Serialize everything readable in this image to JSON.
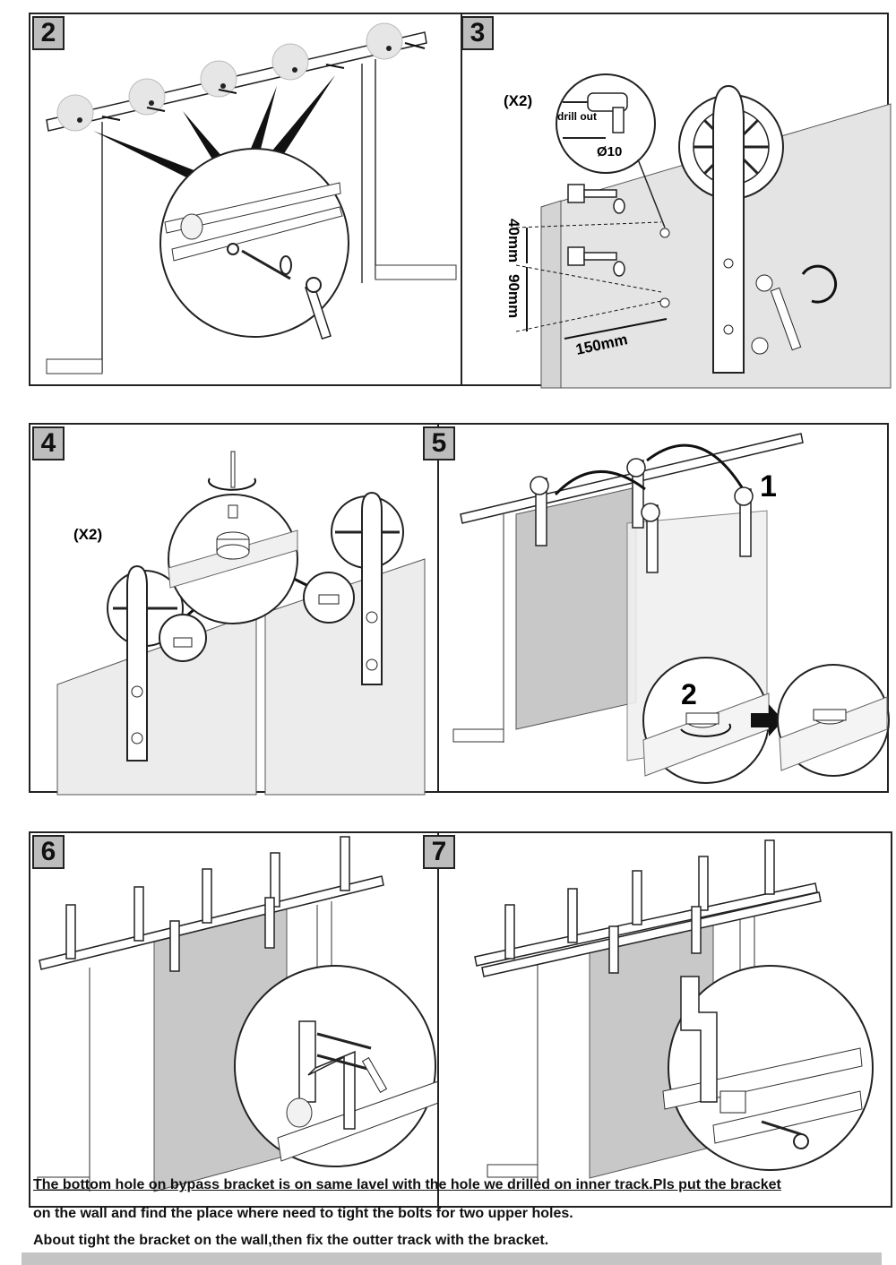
{
  "steps": [
    {
      "number": "2"
    },
    {
      "number": "3",
      "quantity": "(X2)",
      "drill_label": "drill out",
      "drill_size": "Ø10",
      "dim_top": "40mm",
      "dim_mid": "90mm",
      "dim_width": "150mm"
    },
    {
      "number": "4",
      "quantity": "(X2)"
    },
    {
      "number": "5",
      "callout_1": "1",
      "callout_2": "2"
    },
    {
      "number": "6"
    },
    {
      "number": "7"
    }
  ],
  "instructions": [
    "The bottom hole on bypass bracket is on same lavel with the hole we drilled on inner track.Pls put the bracket",
    "on the wall and find the place where need to tight the bolts for two upper holes.",
    "About tight the bracket on the wall,then fix the outter track with the bracket."
  ],
  "colors": {
    "panel_border": "#222222",
    "step_badge": "#bdbdbd",
    "door_fill": "#e4e4e4",
    "door_dark": "#c8c8c8",
    "footer_bar": "#c4c4c4"
  }
}
